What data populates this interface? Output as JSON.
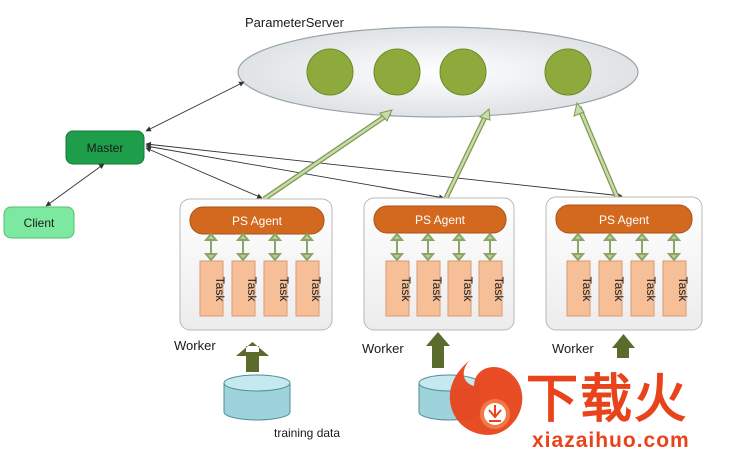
{
  "parameter_server": {
    "label": "ParameterServer",
    "node_count": 4,
    "node_color": "#8faa3c"
  },
  "master": {
    "label": "Master",
    "color": "#1e9e4a"
  },
  "client": {
    "label": "Client",
    "color": "#7de8a0"
  },
  "workers": [
    {
      "label": "Worker",
      "agent_label": "PS Agent",
      "tasks": [
        "Task",
        "Task",
        "Task",
        "Task"
      ]
    },
    {
      "label": "Worker",
      "agent_label": "PS Agent",
      "tasks": [
        "Task",
        "Task",
        "Task",
        "Task"
      ]
    },
    {
      "label": "Worker",
      "agent_label": "PS Agent",
      "tasks": [
        "Task",
        "Task",
        "Task",
        "Task"
      ]
    }
  ],
  "training_data": {
    "label": "training data"
  },
  "colors": {
    "agent": "#d2691e",
    "task": "#f6bf98",
    "arrow_green": "#a9c47f",
    "input_arrow": "#5a6b2c",
    "db": "#9fd3dc"
  },
  "watermark": {
    "cn": "下载火",
    "domain": "xiazaihuo.com",
    "color": "#e8431a"
  }
}
